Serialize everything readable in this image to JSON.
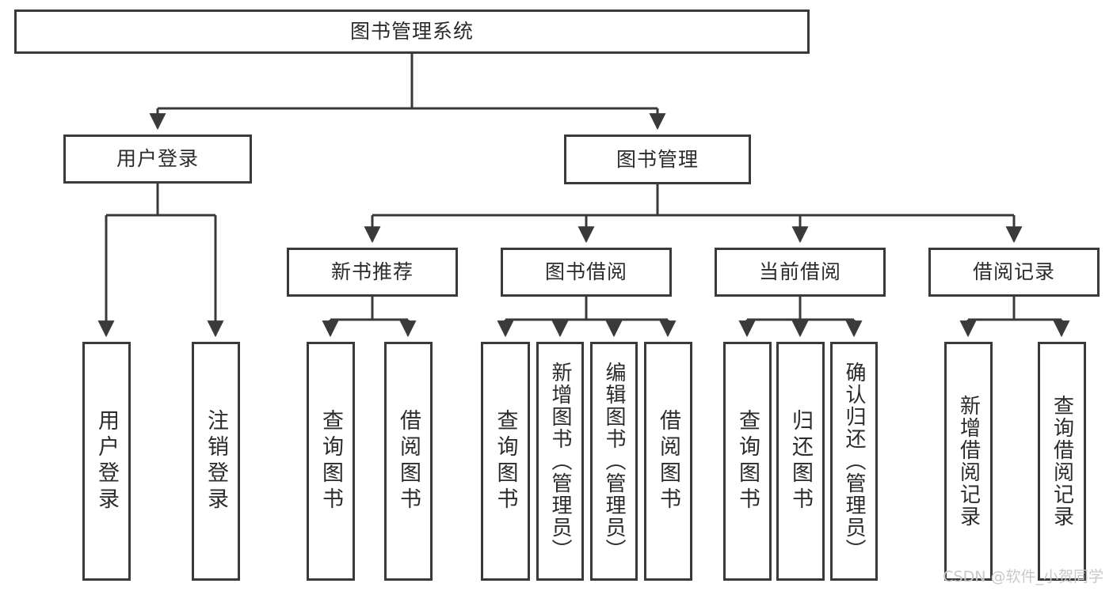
{
  "diagram": {
    "title": "图书管理系统",
    "type": "tree",
    "watermark": "CSDN @软件_小贺同学",
    "colors": {
      "stroke": "#3a3a3a",
      "fill": "#ffffff",
      "text": "#2b2b2b",
      "watermark": "#c9c9c9"
    },
    "levels": {
      "root": "图书管理系统",
      "level2": [
        "用户登录",
        "图书管理"
      ],
      "level3": [
        "新书推荐",
        "图书借阅",
        "当前借阅",
        "借阅记录"
      ]
    },
    "nodes": {
      "root": {
        "label": "图书管理系统"
      },
      "user_login": {
        "label": "用户登录"
      },
      "book_manage": {
        "label": "图书管理"
      },
      "new_book_rec": {
        "label": "新书推荐"
      },
      "book_borrow": {
        "label": "图书借阅"
      },
      "current_borrow": {
        "label": "当前借阅"
      },
      "borrow_record": {
        "label": "借阅记录"
      },
      "leaf_user_login": {
        "label": "用户登录"
      },
      "leaf_user_logout": {
        "label": "注销登录"
      },
      "leaf_query_book_1": {
        "label": "查询图书"
      },
      "leaf_borrow_book_1": {
        "label": "借阅图书"
      },
      "leaf_query_book_2": {
        "label": "查询图书"
      },
      "leaf_add_book_admin": {
        "label": "新增图书（管理员）"
      },
      "leaf_edit_book_admin": {
        "label": "编辑图书（管理员）"
      },
      "leaf_borrow_book_2": {
        "label": "借阅图书"
      },
      "leaf_query_book_3": {
        "label": "查询图书"
      },
      "leaf_return_book": {
        "label": "归还图书"
      },
      "leaf_confirm_return_admin": {
        "label": "确认归还（管理员）"
      },
      "leaf_add_record": {
        "label": "新增借阅记录"
      },
      "leaf_query_record": {
        "label": "查询借阅记录"
      }
    },
    "edges": [
      {
        "from": "root",
        "to": "user_login"
      },
      {
        "from": "root",
        "to": "book_manage"
      },
      {
        "from": "user_login",
        "to": "leaf_user_login"
      },
      {
        "from": "user_login",
        "to": "leaf_user_logout"
      },
      {
        "from": "book_manage",
        "to": "new_book_rec"
      },
      {
        "from": "book_manage",
        "to": "book_borrow"
      },
      {
        "from": "book_manage",
        "to": "current_borrow"
      },
      {
        "from": "book_manage",
        "to": "borrow_record"
      },
      {
        "from": "new_book_rec",
        "to": "leaf_query_book_1"
      },
      {
        "from": "new_book_rec",
        "to": "leaf_borrow_book_1"
      },
      {
        "from": "book_borrow",
        "to": "leaf_query_book_2"
      },
      {
        "from": "book_borrow",
        "to": "leaf_add_book_admin"
      },
      {
        "from": "book_borrow",
        "to": "leaf_edit_book_admin"
      },
      {
        "from": "book_borrow",
        "to": "leaf_borrow_book_2"
      },
      {
        "from": "current_borrow",
        "to": "leaf_query_book_3"
      },
      {
        "from": "current_borrow",
        "to": "leaf_return_book"
      },
      {
        "from": "current_borrow",
        "to": "leaf_confirm_return_admin"
      },
      {
        "from": "borrow_record",
        "to": "leaf_add_record"
      },
      {
        "from": "borrow_record",
        "to": "leaf_query_record"
      }
    ]
  }
}
